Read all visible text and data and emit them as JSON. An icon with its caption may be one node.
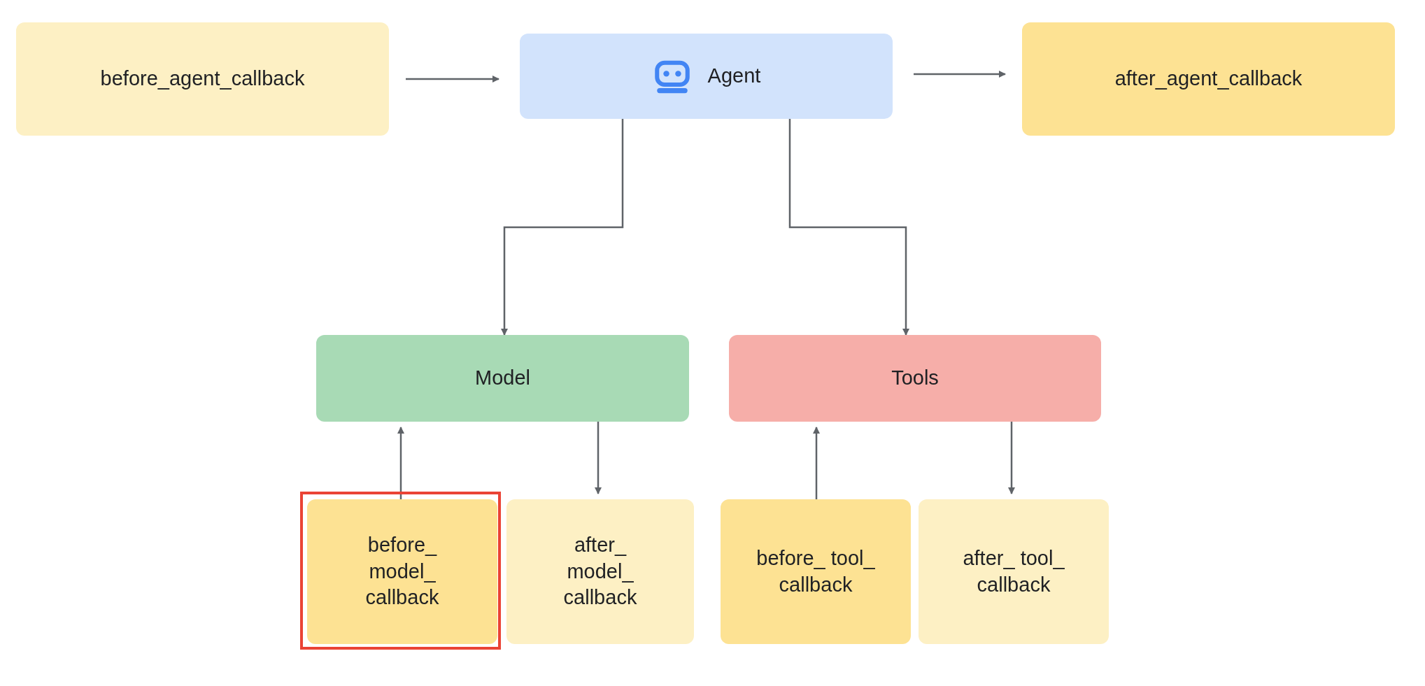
{
  "diagram": {
    "nodes": [
      {
        "text": [
          "before_agent_callback"
        ]
      },
      {
        "text": [
          "Agent"
        ]
      },
      {
        "text": [
          "after_agent_callback"
        ]
      },
      {
        "text": [
          "Model"
        ]
      },
      {
        "text": [
          "Tools"
        ]
      },
      {
        "text": [
          "before_ model_ callback"
        ]
      },
      {
        "text": [
          "after_ model_ callback"
        ]
      },
      {
        "text": [
          "before_ tool_ callback"
        ]
      },
      {
        "text": [
          "after_ tool_ callback"
        ]
      }
    ],
    "edges": [
      {
        "from": 0,
        "to": 1,
        "arrow": "to"
      },
      {
        "from": 1,
        "to": 2,
        "arrow": "to"
      },
      {
        "from": 1,
        "to": 3,
        "arrow": "to"
      },
      {
        "from": 1,
        "to": 4,
        "arrow": "to"
      },
      {
        "from": 5,
        "to": 3,
        "arrow": "to"
      },
      {
        "from": 3,
        "to": 6,
        "arrow": "to"
      },
      {
        "from": 7,
        "to": 4,
        "arrow": "to"
      },
      {
        "from": 4,
        "to": 8,
        "arrow": "to"
      }
    ]
  }
}
